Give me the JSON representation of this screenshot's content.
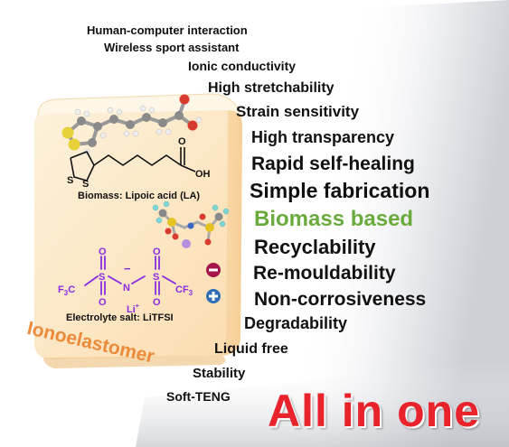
{
  "properties": [
    "Human-computer interaction",
    "Wireless sport assistant",
    "Ionic conductivity",
    "High stretchability",
    "Strain sensitivity",
    "High transparency",
    "Rapid self-healing",
    "Simple fabrication",
    "Biomass based",
    "Recyclability",
    "Re-mouldability",
    "Non-corrosiveness",
    "Degradability",
    "Liquid free",
    "Stability",
    "Soft-TENG"
  ],
  "highlight_color": "#6aab3d",
  "lipoic_acid": {
    "oh": "OH",
    "s1": "S",
    "s2": "S",
    "caption": "Biomass: Lipoic acid (LA)"
  },
  "litfsi": {
    "o_tl": "O",
    "o_bl": "O",
    "o_tr": "O",
    "o_br": "O",
    "s_left": "S",
    "s_right": "S",
    "n": "N",
    "minus": "−",
    "cf3_left": "F",
    "cf3_left_sub": "3",
    "cf3_left_c": "C",
    "cf3_right_c": "CF",
    "cf3_right_sub": "3",
    "li": "Li",
    "li_sup": "+",
    "caption": "Electrolyte salt: LiTFSI"
  },
  "ionoelastomer_label": "Ionoelastomer",
  "slogan": "All in one",
  "colors": {
    "cube_face": "#fde9c8",
    "label_orange": "#e98b3a",
    "slogan_red": "#e8232b",
    "litfsi_purple": "#8a2be2",
    "anion_icon": "#a4164a",
    "cation_icon": "#2f6fb5"
  }
}
